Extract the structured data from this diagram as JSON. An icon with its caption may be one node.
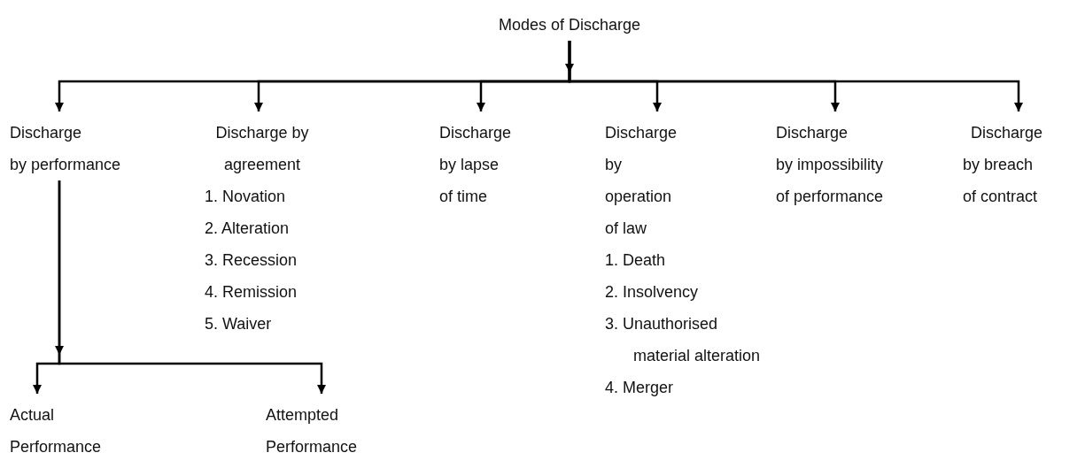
{
  "diagram": {
    "nodes": [
      {
        "text": [
          "Modes of Discharge"
        ]
      },
      {
        "text": [
          "Discharge by performance"
        ]
      },
      {
        "text": [
          "Discharge by agreement",
          "1. Novation",
          "2. Alteration",
          "3. Recession",
          "4. Remission",
          "5. Waiver"
        ]
      },
      {
        "text": [
          "Discharge by lapse of time"
        ]
      },
      {
        "text": [
          "Discharge by operation of law",
          "1. Death",
          "2. Insolvency",
          "3. Unauthorised material alteration",
          "4. Merger"
        ]
      },
      {
        "text": [
          "Discharge by impossibility of performance"
        ]
      },
      {
        "text": [
          "Discharge by breach of contract"
        ]
      },
      {
        "text": [
          "Actual Performance"
        ]
      },
      {
        "text": [
          "Attempted Performance"
        ]
      }
    ],
    "edges": [
      {
        "from": 0,
        "to": 1,
        "arrow": "to"
      },
      {
        "from": 0,
        "to": 2,
        "arrow": "to"
      },
      {
        "from": 0,
        "to": 3,
        "arrow": "to"
      },
      {
        "from": 0,
        "to": 4,
        "arrow": "to"
      },
      {
        "from": 0,
        "to": 5,
        "arrow": "to"
      },
      {
        "from": 0,
        "to": 6,
        "arrow": "to"
      },
      {
        "from": 1,
        "to": 7,
        "arrow": "to"
      },
      {
        "from": 1,
        "to": 8,
        "arrow": "to"
      }
    ]
  }
}
